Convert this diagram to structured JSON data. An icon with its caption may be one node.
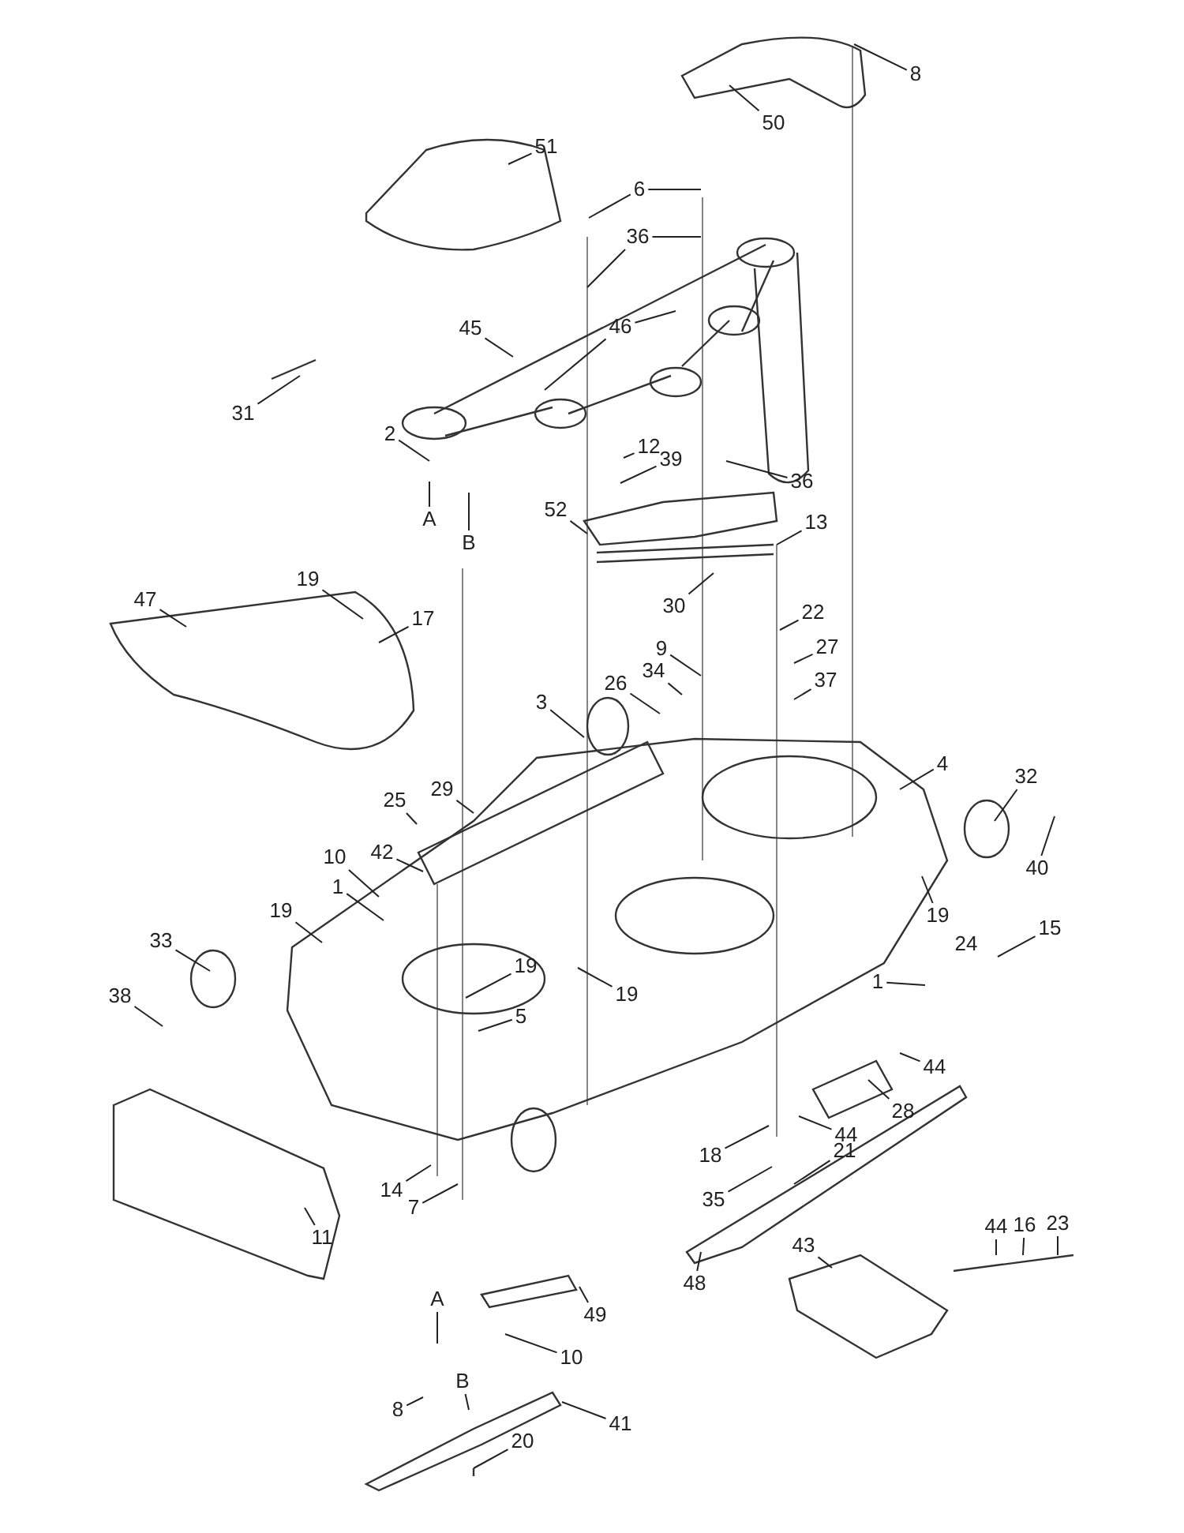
{
  "diagram": {
    "nodes": [
      {
        "text": [
          "8"
        ]
      },
      {
        "text": [
          "50"
        ]
      },
      {
        "text": [
          "51"
        ]
      },
      {
        "text": [
          "6"
        ]
      },
      {
        "text": [
          "36"
        ]
      },
      {
        "text": [
          "45"
        ]
      },
      {
        "text": [
          "46"
        ]
      },
      {
        "text": [
          "31"
        ]
      },
      {
        "text": [
          "2"
        ]
      },
      {
        "text": [
          "12"
        ]
      },
      {
        "text": [
          "39"
        ]
      },
      {
        "text": [
          "36"
        ]
      },
      {
        "text": [
          "A"
        ]
      },
      {
        "text": [
          "B"
        ]
      },
      {
        "text": [
          "52"
        ]
      },
      {
        "text": [
          "13"
        ]
      },
      {
        "text": [
          "30"
        ]
      },
      {
        "text": [
          "19"
        ]
      },
      {
        "text": [
          "17"
        ]
      },
      {
        "text": [
          "47"
        ]
      },
      {
        "text": [
          "22"
        ]
      },
      {
        "text": [
          "9"
        ]
      },
      {
        "text": [
          "27"
        ]
      },
      {
        "text": [
          "34"
        ]
      },
      {
        "text": [
          "26"
        ]
      },
      {
        "text": [
          "37"
        ]
      },
      {
        "text": [
          "3"
        ]
      },
      {
        "text": [
          "4"
        ]
      },
      {
        "text": [
          "32"
        ]
      },
      {
        "text": [
          "29"
        ]
      },
      {
        "text": [
          "25"
        ]
      },
      {
        "text": [
          "42"
        ]
      },
      {
        "text": [
          "10"
        ]
      },
      {
        "text": [
          "40"
        ]
      },
      {
        "text": [
          "1"
        ]
      },
      {
        "text": [
          "19"
        ]
      },
      {
        "text": [
          "33"
        ]
      },
      {
        "text": [
          "15"
        ]
      },
      {
        "text": [
          "19"
        ]
      },
      {
        "text": [
          "1"
        ]
      },
      {
        "text": [
          "19"
        ]
      },
      {
        "text": [
          "19"
        ]
      },
      {
        "text": [
          "38"
        ]
      },
      {
        "text": [
          "5"
        ]
      },
      {
        "text": [
          "44"
        ]
      },
      {
        "text": [
          "28"
        ]
      },
      {
        "text": [
          "44"
        ]
      },
      {
        "text": [
          "18"
        ]
      },
      {
        "text": [
          "21"
        ]
      },
      {
        "text": [
          "14"
        ]
      },
      {
        "text": [
          "35"
        ]
      },
      {
        "text": [
          "7"
        ]
      },
      {
        "text": [
          "11"
        ]
      },
      {
        "text": [
          "44"
        ]
      },
      {
        "text": [
          "16"
        ]
      },
      {
        "text": [
          "23"
        ]
      },
      {
        "text": [
          "43"
        ]
      },
      {
        "text": [
          "48"
        ]
      },
      {
        "text": [
          "A"
        ]
      },
      {
        "text": [
          "49"
        ]
      },
      {
        "text": [
          "10"
        ]
      },
      {
        "text": [
          "B"
        ]
      },
      {
        "text": [
          "8"
        ]
      },
      {
        "text": [
          "41"
        ]
      },
      {
        "text": [
          "20"
        ]
      }
    ],
    "edges": [
      {
        "from": 0,
        "to": null,
        "arrow": "none"
      },
      {
        "from": 1,
        "to": null,
        "arrow": "none"
      },
      {
        "from": 2,
        "to": null,
        "arrow": "none"
      },
      {
        "from": 3,
        "to": null,
        "arrow": "none"
      },
      {
        "from": 3,
        "to": null,
        "arrow": "none"
      },
      {
        "from": 4,
        "to": null,
        "arrow": "none"
      },
      {
        "from": 4,
        "to": null,
        "arrow": "none"
      },
      {
        "from": 5,
        "to": null,
        "arrow": "none"
      },
      {
        "from": 6,
        "to": null,
        "arrow": "none"
      },
      {
        "from": 6,
        "to": null,
        "arrow": "none"
      },
      {
        "from": 7,
        "to": null,
        "arrow": "none"
      },
      {
        "from": 8,
        "to": null,
        "arrow": "none"
      },
      {
        "from": 9,
        "to": null,
        "arrow": "none"
      },
      {
        "from": 10,
        "to": null,
        "arrow": "none"
      },
      {
        "from": 11,
        "to": null,
        "arrow": "none"
      },
      {
        "from": 12,
        "to": null,
        "arrow": "none"
      },
      {
        "from": 13,
        "to": null,
        "arrow": "none"
      },
      {
        "from": 14,
        "to": null,
        "arrow": "none"
      },
      {
        "from": 15,
        "to": null,
        "arrow": "none"
      },
      {
        "from": 16,
        "to": null,
        "arrow": "none"
      },
      {
        "from": 17,
        "to": null,
        "arrow": "none"
      },
      {
        "from": 18,
        "to": null,
        "arrow": "none"
      },
      {
        "from": 19,
        "to": null,
        "arrow": "none"
      },
      {
        "from": 20,
        "to": null,
        "arrow": "none"
      },
      {
        "from": 21,
        "to": null,
        "arrow": "none"
      },
      {
        "from": 22,
        "to": null,
        "arrow": "none"
      },
      {
        "from": 23,
        "to": null,
        "arrow": "none"
      },
      {
        "from": 24,
        "to": null,
        "arrow": "none"
      },
      {
        "from": 25,
        "to": null,
        "arrow": "none"
      },
      {
        "from": 26,
        "to": null,
        "arrow": "none"
      },
      {
        "from": 27,
        "to": null,
        "arrow": "none"
      },
      {
        "from": 28,
        "to": null,
        "arrow": "none"
      },
      {
        "from": 29,
        "to": null,
        "arrow": "none"
      },
      {
        "from": 30,
        "to": null,
        "arrow": "none"
      },
      {
        "from": 31,
        "to": null,
        "arrow": "none"
      },
      {
        "from": 32,
        "to": null,
        "arrow": "none"
      },
      {
        "from": 33,
        "to": null,
        "arrow": "none"
      },
      {
        "from": 34,
        "to": null,
        "arrow": "none"
      },
      {
        "from": 35,
        "to": null,
        "arrow": "none"
      },
      {
        "from": 36,
        "to": null,
        "arrow": "none"
      },
      {
        "from": 37,
        "to": null,
        "arrow": "none"
      },
      {
        "from": 38,
        "to": null,
        "arrow": "none"
      },
      {
        "from": 39,
        "to": null,
        "arrow": "none"
      },
      {
        "from": 40,
        "to": null,
        "arrow": "none"
      },
      {
        "from": 41,
        "to": null,
        "arrow": "none"
      },
      {
        "from": 42,
        "to": null,
        "arrow": "none"
      },
      {
        "from": 43,
        "to": null,
        "arrow": "none"
      },
      {
        "from": 44,
        "to": null,
        "arrow": "none"
      },
      {
        "from": 45,
        "to": null,
        "arrow": "none"
      },
      {
        "from": 46,
        "to": null,
        "arrow": "none"
      },
      {
        "from": 47,
        "to": null,
        "arrow": "none"
      },
      {
        "from": 48,
        "to": null,
        "arrow": "none"
      },
      {
        "from": 49,
        "to": null,
        "arrow": "none"
      },
      {
        "from": 50,
        "to": null,
        "arrow": "none"
      },
      {
        "from": 51,
        "to": null,
        "arrow": "none"
      },
      {
        "from": 52,
        "to": null,
        "arrow": "none"
      },
      {
        "from": 53,
        "to": null,
        "arrow": "none"
      },
      {
        "from": 54,
        "to": null,
        "arrow": "none"
      },
      {
        "from": 55,
        "to": null,
        "arrow": "none"
      },
      {
        "from": 56,
        "to": null,
        "arrow": "none"
      },
      {
        "from": 57,
        "to": null,
        "arrow": "none"
      },
      {
        "from": 58,
        "to": null,
        "arrow": "none"
      },
      {
        "from": 59,
        "to": null,
        "arrow": "none"
      },
      {
        "from": 60,
        "to": null,
        "arrow": "none"
      },
      {
        "from": 61,
        "to": null,
        "arrow": "none"
      },
      {
        "from": 62,
        "to": null,
        "arrow": "none"
      },
      {
        "from": 63,
        "to": null,
        "arrow": "none"
      },
      {
        "from": 64,
        "to": null,
        "arrow": "none"
      }
    ],
    "labels": [
      "24"
    ]
  }
}
